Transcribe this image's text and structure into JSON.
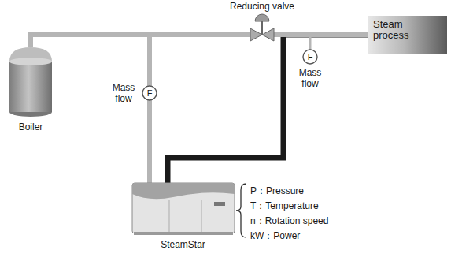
{
  "diagram": {
    "nodes": [
      {
        "text": [
          "Reducing valve"
        ]
      },
      {
        "text": [
          "Steam process"
        ]
      },
      {
        "text": [
          "F",
          "Mass flow"
        ]
      },
      {
        "text": [
          "F",
          "Mass flow"
        ]
      },
      {
        "text": [
          "Boiler"
        ]
      },
      {
        "text": [
          "SteamStar"
        ]
      }
    ],
    "edges": [
      {
        "from": 4,
        "to": 0,
        "arrow": "none"
      },
      {
        "from": 4,
        "to": 3,
        "arrow": "none"
      },
      {
        "from": 3,
        "to": 5,
        "arrow": "none"
      },
      {
        "from": 5,
        "to": 1,
        "arrow": "none"
      },
      {
        "from": 0,
        "to": 1,
        "arrow": "none"
      }
    ],
    "labels": [
      "P：Pressure",
      "T：Temperature",
      "n：Rotation speed",
      "kW：Power"
    ]
  }
}
